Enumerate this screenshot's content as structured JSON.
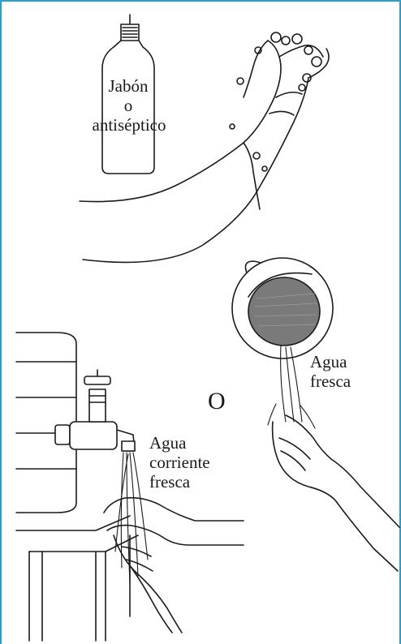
{
  "labels": {
    "soap_line1": "Jabón",
    "soap_line2": "o",
    "soap_line3": "antiséptico",
    "or": "O",
    "tap_line1": "Agua",
    "tap_line2": "corriente",
    "tap_line3": "fresca",
    "pitcher_line1": "Agua",
    "pitcher_line2": "fresca"
  },
  "colors": {
    "border": "#2aa0c9",
    "ink": "#1a1a1a",
    "pitcher_inner": "#7a7a7a"
  }
}
